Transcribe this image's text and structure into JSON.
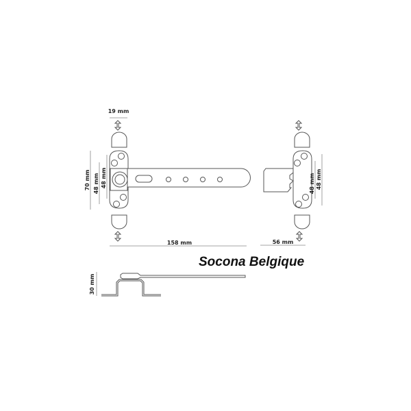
{
  "brand": "Socona Belgique",
  "dimensions": {
    "front_cap_width": "19 mm",
    "front_height_total": "70 mm",
    "front_screw_spacing_a": "48 mm",
    "front_screw_spacing_b": "48 mm",
    "front_length": "158 mm",
    "side_screw_spacing_a": "48 mm",
    "side_screw_spacing_b": "48 mm",
    "side_length": "56 mm",
    "profile_height": "30 mm"
  }
}
